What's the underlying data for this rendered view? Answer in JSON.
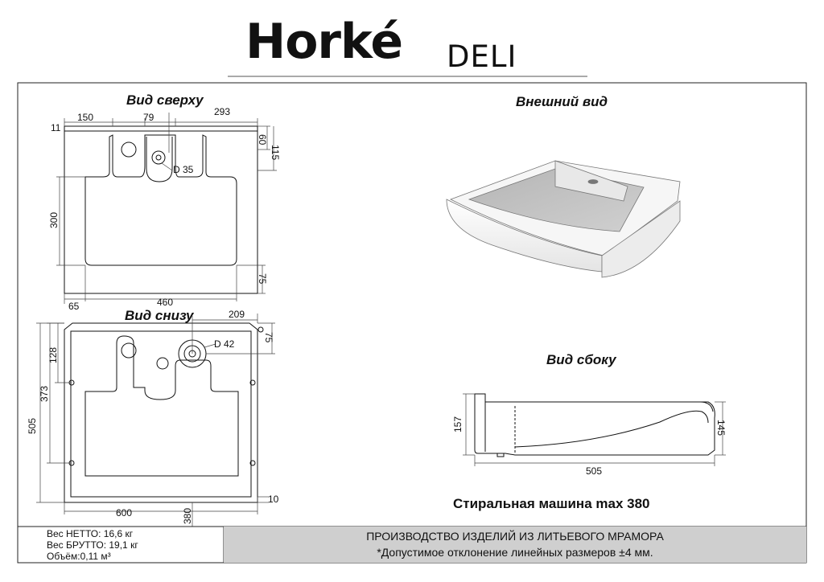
{
  "header": {
    "brand": "Horké",
    "model": "DELI"
  },
  "views": {
    "top": "Вид сверху",
    "exterior": "Внешний вид",
    "bottom": "Вид снизу",
    "side": "Вид сбоку"
  },
  "top_dims": {
    "d150": "150",
    "d79": "79",
    "d293": "293",
    "d11": "11",
    "d60": "60",
    "d115": "115",
    "d35": "D 35",
    "d300": "300",
    "d75": "75",
    "d460": "460",
    "d65": "65"
  },
  "bottom_dims": {
    "d209": "209",
    "d75": "75",
    "d42": "D 42",
    "d128": "128",
    "d373": "373",
    "d505": "505",
    "d600": "600",
    "d380": "380",
    "d10": "10"
  },
  "side_dims": {
    "d157": "157",
    "d145": "145",
    "d505": "505"
  },
  "caption": "Стиральная машина max 380",
  "specs": {
    "netto": "Вес НЕТТО: 16,6 кг",
    "brutto": "Вес БРУТТО: 19,1 кг",
    "volume": "Объём:0,11 м³"
  },
  "footer": {
    "line1": "ПРОИЗВОДСТВО ИЗДЕЛИЙ ИЗ ЛИТЬЕВОГО МРАМОРА",
    "line2": "*Допустимое отклонение линейных размеров ±4 мм."
  }
}
